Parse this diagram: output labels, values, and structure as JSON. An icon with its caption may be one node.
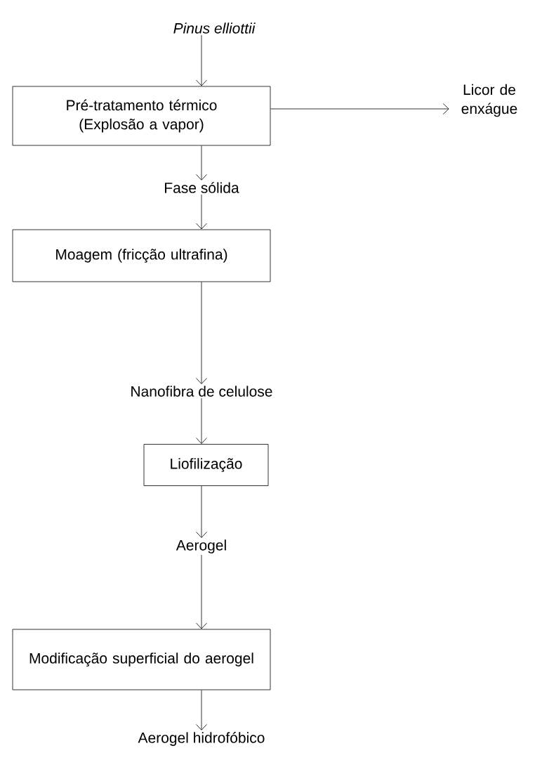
{
  "diagram": {
    "nodes": [
      {
        "text": [
          "Pinus elliottii"
        ]
      },
      {
        "text": [
          "Pré-tratamento térmico (Explosão a vapor)"
        ]
      },
      {
        "text": [
          "Licor de enxágue"
        ]
      },
      {
        "text": [
          "Fase sólida"
        ]
      },
      {
        "text": [
          "Moagem (fricção ultrafina)"
        ]
      },
      {
        "text": [
          "Nanofibra de celulose"
        ]
      },
      {
        "text": [
          "Liofilização"
        ]
      },
      {
        "text": [
          "Aerogel"
        ]
      },
      {
        "text": [
          "Modificação superficial do aerogel"
        ]
      },
      {
        "text": [
          "Aerogel hidrofóbico"
        ]
      }
    ],
    "edges": [
      {
        "from": 0,
        "to": 1,
        "arrow": "to"
      },
      {
        "from": 1,
        "to": 2,
        "arrow": "to"
      },
      {
        "from": 1,
        "to": 3,
        "arrow": "to"
      },
      {
        "from": 3,
        "to": 4,
        "arrow": "to"
      },
      {
        "from": 4,
        "to": 5,
        "arrow": "to"
      },
      {
        "from": 5,
        "to": 6,
        "arrow": "to"
      },
      {
        "from": 6,
        "to": 7,
        "arrow": "to"
      },
      {
        "from": 7,
        "to": 8,
        "arrow": "to"
      },
      {
        "from": 8,
        "to": 9,
        "arrow": "to"
      }
    ]
  }
}
